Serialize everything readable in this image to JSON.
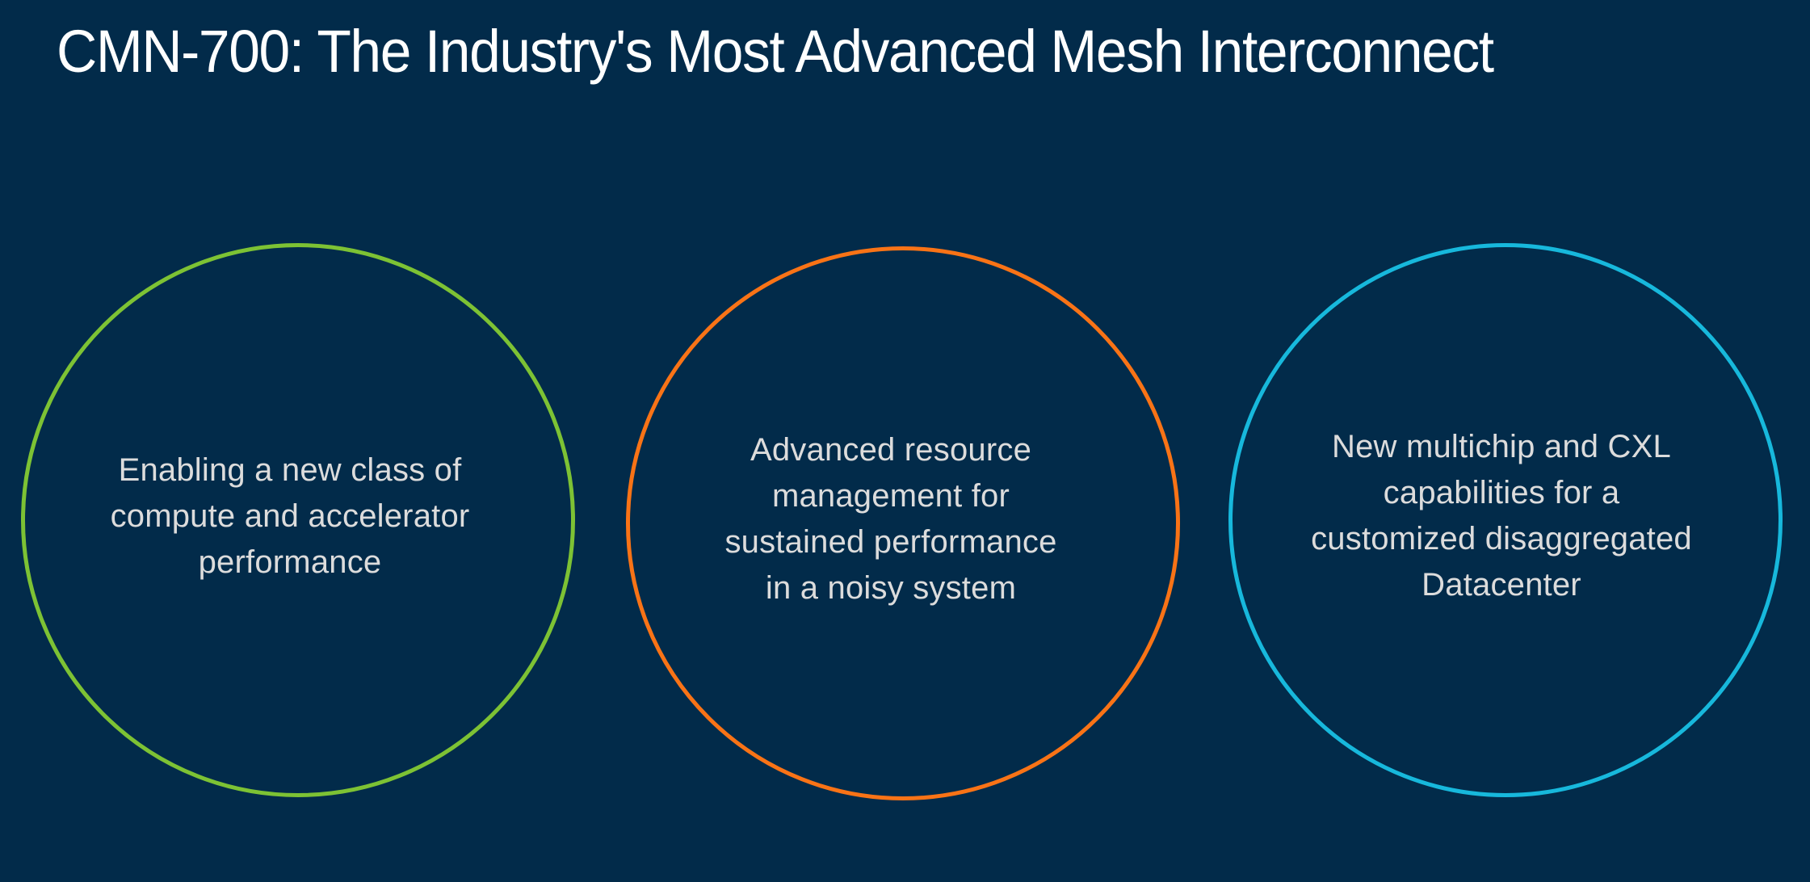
{
  "slide": {
    "title": "CMN-700: The Industry's Most Advanced Mesh Interconnect",
    "background_color": "#022b4a",
    "text_color": "#dcdcdc"
  },
  "pillars": [
    {
      "color": "#7dc234",
      "lines": [
        "Enabling a new class of",
        "compute and accelerator",
        "performance"
      ]
    },
    {
      "color": "#f97316",
      "lines": [
        "Advanced resource",
        "management for",
        "sustained performance",
        "in a noisy system"
      ]
    },
    {
      "color": "#17b8dc",
      "lines": [
        "New multichip and CXL",
        "capabilities for a",
        "customized disaggregated",
        "Datacenter"
      ]
    }
  ]
}
